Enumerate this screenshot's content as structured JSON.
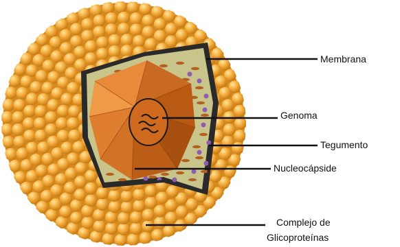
{
  "labels": {
    "membrana": "Membrana",
    "genoma": "Genoma",
    "tegumento": "Tegumento",
    "nucleocapside": "Nucleocápside",
    "complejo_line1": "Complejo de",
    "complejo_line2": "Glicoproteínas"
  },
  "colors": {
    "bead_light": "#FFD071",
    "bead_mid": "#F4A93A",
    "bead_dark": "#C97A10",
    "membrane": "#2a2a2a",
    "tegument": "#C8C48A",
    "capsid_light": "#F08F3C",
    "capsid_dark": "#B85A14",
    "tegument_dots": "#8E5BB0",
    "tegument_dashes": "#B35F20"
  }
}
